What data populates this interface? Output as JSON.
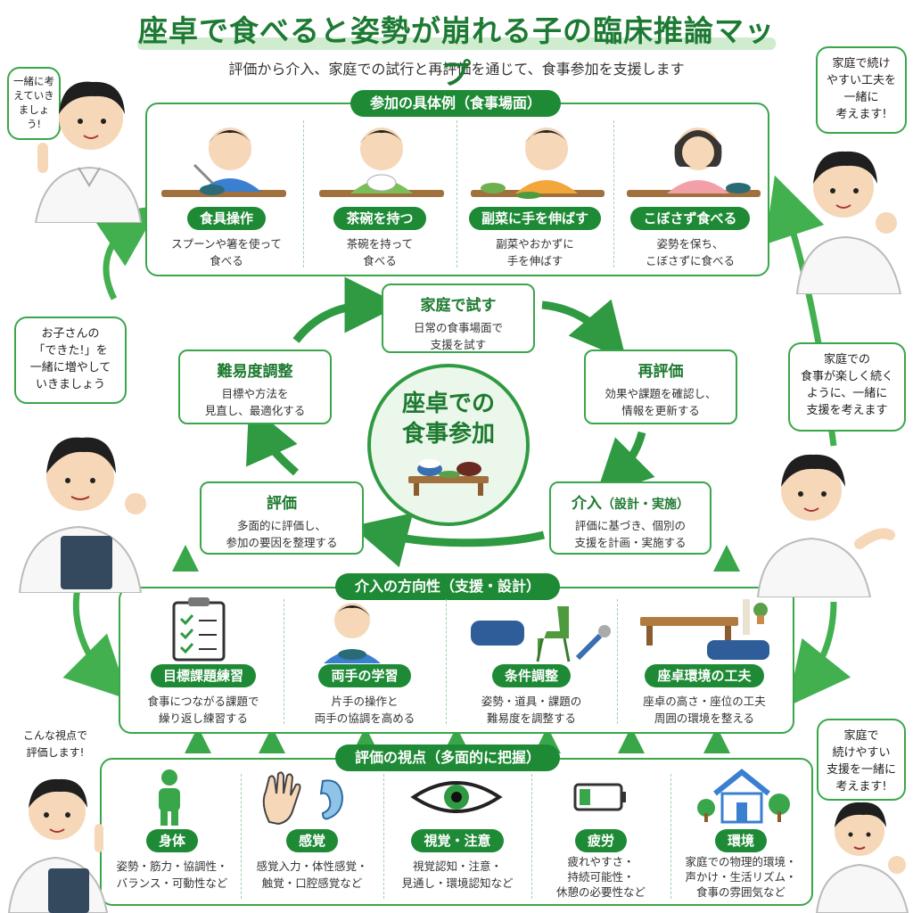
{
  "header": {
    "title": "座卓で食べると姿勢が崩れる子の臨床推論マップ",
    "subtitle": "評価から介入、家庭での試行と再評価を通じて、食事参加を支援します"
  },
  "participation": {
    "label": "参加の具体例（食事場面）",
    "items": [
      {
        "title": "食具操作",
        "desc1": "スプーンや箸を使って",
        "desc2": "食べる"
      },
      {
        "title": "茶碗を持つ",
        "desc1": "茶碗を持って",
        "desc2": "食べる"
      },
      {
        "title": "副菜に手を伸ばす",
        "desc1": "副菜やおかずに",
        "desc2": "手を伸ばす"
      },
      {
        "title": "こぼさず食べる",
        "desc1": "姿勢を保ち、",
        "desc2": "こぼさずに食べる"
      }
    ]
  },
  "cycle": {
    "center1": "座卓での",
    "center2": "食事参加",
    "home": {
      "title": "家庭で試す",
      "desc1": "日常の食事場面で",
      "desc2": "支援を試す"
    },
    "reeval": {
      "title": "再評価",
      "desc1": "効果や課題を確認し、",
      "desc2": "情報を更新する"
    },
    "intervention": {
      "title": "介入",
      "title_sub": "（設計・実施）",
      "desc1": "評価に基づき、個別の",
      "desc2": "支援を計画・実施する"
    },
    "evaluation": {
      "title": "評価",
      "desc1": "多面的に評価し、",
      "desc2": "参加の要因を整理する"
    },
    "difficulty": {
      "title": "難易度調整",
      "desc1": "目標や方法を",
      "desc2": "見直し、最適化する"
    }
  },
  "direction": {
    "label": "介入の方向性（支援・設計）",
    "items": [
      {
        "title": "目標課題練習",
        "desc1": "食事につながる課題で",
        "desc2": "繰り返し練習する"
      },
      {
        "title": "両手の学習",
        "desc1": "片手の操作と",
        "desc2": "両手の協調を高める"
      },
      {
        "title": "条件調整",
        "desc1": "姿勢・道具・課題の",
        "desc2": "難易度を調整する"
      },
      {
        "title": "座卓環境の工夫",
        "desc1": "座卓の高さ・座位の工夫",
        "desc2": "周囲の環境を整える"
      }
    ]
  },
  "viewpoint": {
    "label": "評価の視点（多面的に把握）",
    "items": [
      {
        "title": "身体",
        "desc1": "姿勢・筋力・協調性・",
        "desc2": "バランス・可動性など",
        "desc3": ""
      },
      {
        "title": "感覚",
        "desc1": "感覚入力・体性感覚・",
        "desc2": "触覚・口腔感覚など",
        "desc3": ""
      },
      {
        "title": "視覚・注意",
        "desc1": "視覚認知・注意・",
        "desc2": "見通し・環境認知など",
        "desc3": ""
      },
      {
        "title": "疲労",
        "desc1": "疲れやすさ・",
        "desc2": "持続可能性・",
        "desc3": "休憩の必要性など"
      },
      {
        "title": "環境",
        "desc1": "家庭での物理的環境・",
        "desc2": "声かけ・生活リズム・",
        "desc3": "食事の雰囲気など"
      }
    ]
  },
  "bubbles": {
    "tl": "一緒に考えていきましょう!",
    "tr1": "家庭で続け",
    "tr2": "やすい工夫を",
    "tr3": "一緒に",
    "tr4": "考えます!",
    "ml1": "お子さんの",
    "ml2": "「できた!」を",
    "ml3": "一緒に増やして",
    "ml4": "いきましょう",
    "mr1": "家庭での",
    "mr2": "食事が楽しく続く",
    "mr3": "ように、一緒に",
    "mr4": "支援を考えます",
    "bl1": "こんな視点で",
    "bl2": "評価します!",
    "br1": "家庭で",
    "br2": "続けやすい",
    "br3": "支援を一緒に",
    "br4": "考えます!"
  },
  "colors": {
    "primary": "#1e8a36",
    "accent": "#3aa64a",
    "light": "#eaf7ea"
  }
}
